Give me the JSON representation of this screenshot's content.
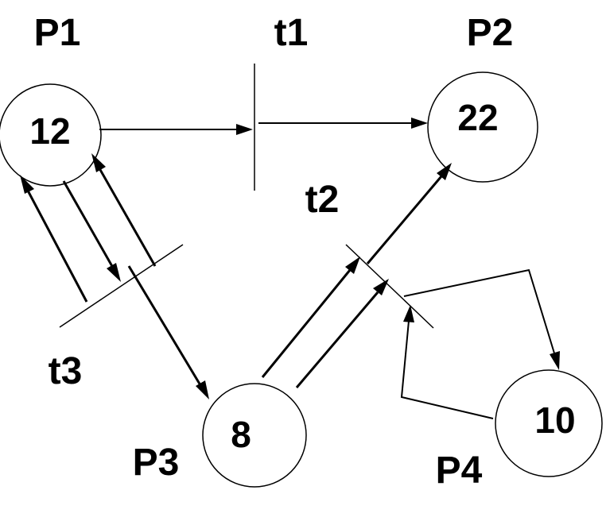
{
  "places": [
    {
      "id": "P1",
      "label": "P1",
      "tokens": "12"
    },
    {
      "id": "P2",
      "label": "P2",
      "tokens": "22"
    },
    {
      "id": "P3",
      "label": "P3",
      "tokens": "8"
    },
    {
      "id": "P4",
      "label": "P4",
      "tokens": "10"
    }
  ],
  "transitions": [
    {
      "id": "t1",
      "label": "t1"
    },
    {
      "id": "t2",
      "label": "t2"
    },
    {
      "id": "t3",
      "label": "t3"
    }
  ],
  "arcs": [
    {
      "from": "P1",
      "to": "t1"
    },
    {
      "from": "t1",
      "to": "P2"
    },
    {
      "from": "P1",
      "to": "t3"
    },
    {
      "from": "t3",
      "to": "P1"
    },
    {
      "from": "t3",
      "to": "P1"
    },
    {
      "from": "t3",
      "to": "P3"
    },
    {
      "from": "P3",
      "to": "t2"
    },
    {
      "from": "P3",
      "to": "t2"
    },
    {
      "from": "t2",
      "to": "P2"
    },
    {
      "from": "t2",
      "to": "P4"
    },
    {
      "from": "P4",
      "to": "t2"
    }
  ]
}
